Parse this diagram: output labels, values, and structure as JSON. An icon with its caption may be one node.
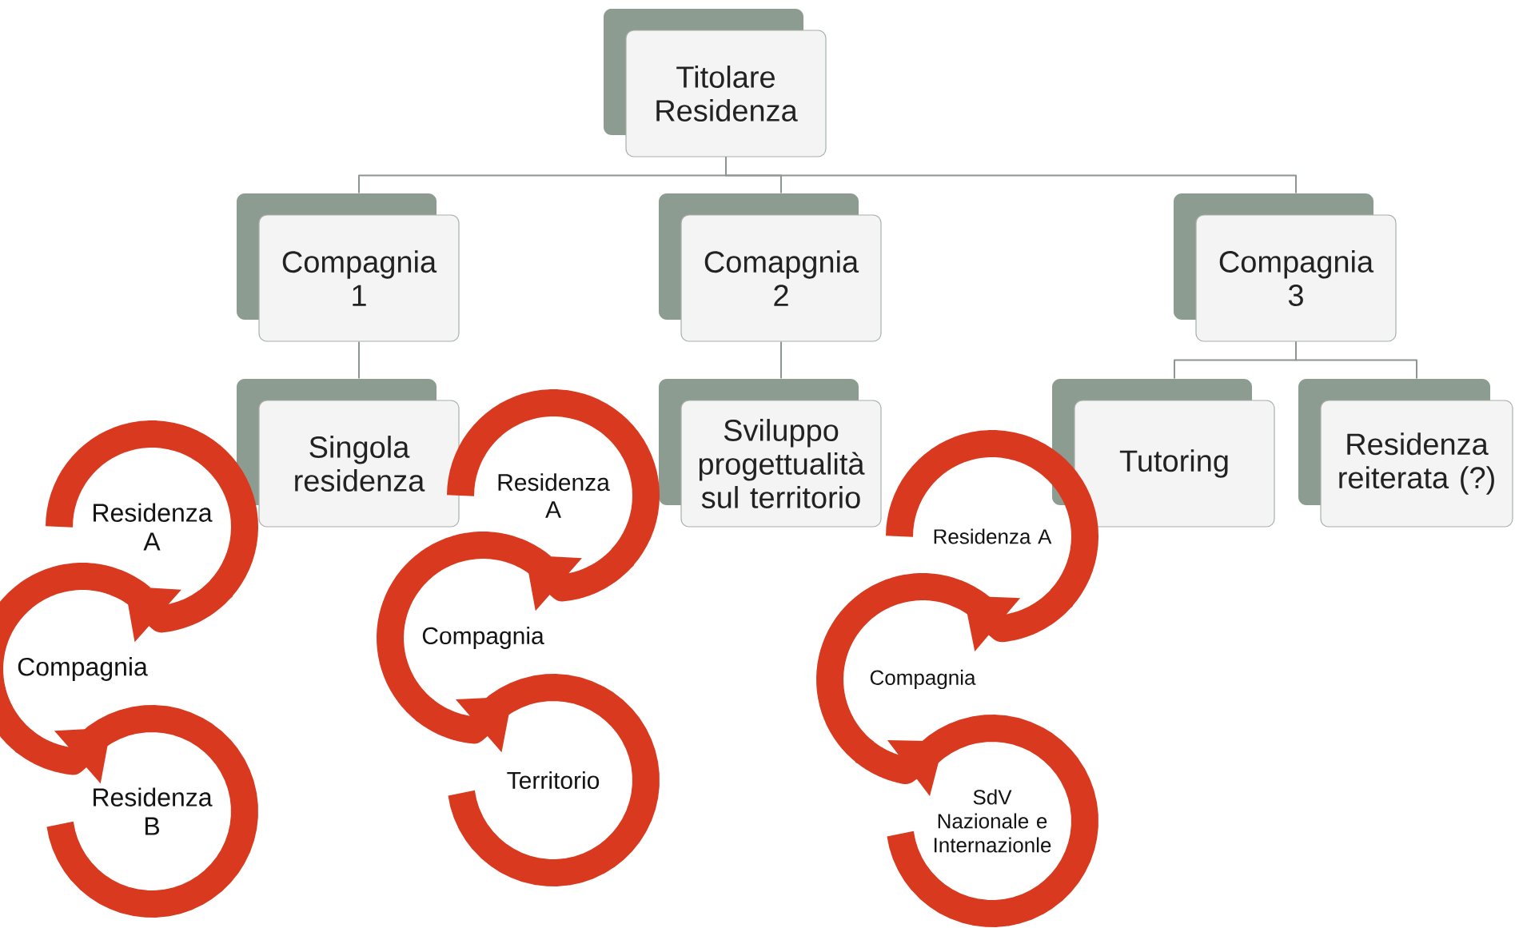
{
  "diagram": {
    "nodes": [
      {
        "text": [
          "Titolare Residenza"
        ]
      },
      {
        "text": [
          "Compagnia 1"
        ]
      },
      {
        "text": [
          "Comapgnia 2"
        ]
      },
      {
        "text": [
          "Compagnia 3"
        ]
      },
      {
        "text": [
          "Singola residenza"
        ]
      },
      {
        "text": [
          "Sviluppo progettualità sul territorio"
        ]
      },
      {
        "text": [
          "Tutoring"
        ]
      },
      {
        "text": [
          "Residenza reiterata (?)"
        ]
      },
      {
        "text": [
          "Residenza A"
        ]
      },
      {
        "text": [
          "Compagnia"
        ]
      },
      {
        "text": [
          "Residenza B"
        ]
      },
      {
        "text": [
          "Residenza A"
        ]
      },
      {
        "text": [
          "Compagnia"
        ]
      },
      {
        "text": [
          "Territorio"
        ]
      },
      {
        "text": [
          "Residenza A"
        ]
      },
      {
        "text": [
          "Compagnia"
        ]
      },
      {
        "text": [
          "SdV Nazionale e Internazionle"
        ]
      }
    ],
    "edges": [
      {
        "from": 0,
        "to": 1,
        "arrow": "none",
        "color": "#8c9690"
      },
      {
        "from": 0,
        "to": 2,
        "arrow": "none",
        "color": "#8c9690"
      },
      {
        "from": 0,
        "to": 3,
        "arrow": "none",
        "color": "#8c9690"
      },
      {
        "from": 1,
        "to": 4,
        "arrow": "none",
        "color": "#8c9690"
      },
      {
        "from": 2,
        "to": 5,
        "arrow": "none",
        "color": "#8c9690"
      },
      {
        "from": 3,
        "to": 6,
        "arrow": "none",
        "color": "#8c9690"
      },
      {
        "from": 3,
        "to": 7,
        "arrow": "none",
        "color": "#8c9690"
      },
      {
        "from": 8,
        "to": 9,
        "arrow": "to",
        "style": "thick",
        "color": "#d8391f"
      },
      {
        "from": 9,
        "to": 10,
        "arrow": "to",
        "style": "thick",
        "color": "#d8391f"
      },
      {
        "from": 11,
        "to": 12,
        "arrow": "to",
        "style": "thick",
        "color": "#d8391f"
      },
      {
        "from": 12,
        "to": 13,
        "arrow": "to",
        "style": "thick",
        "color": "#d8391f"
      },
      {
        "from": 14,
        "to": 15,
        "arrow": "to",
        "style": "thick",
        "color": "#d8391f"
      },
      {
        "from": 15,
        "to": 16,
        "arrow": "to",
        "style": "thick",
        "color": "#d8391f"
      }
    ]
  }
}
